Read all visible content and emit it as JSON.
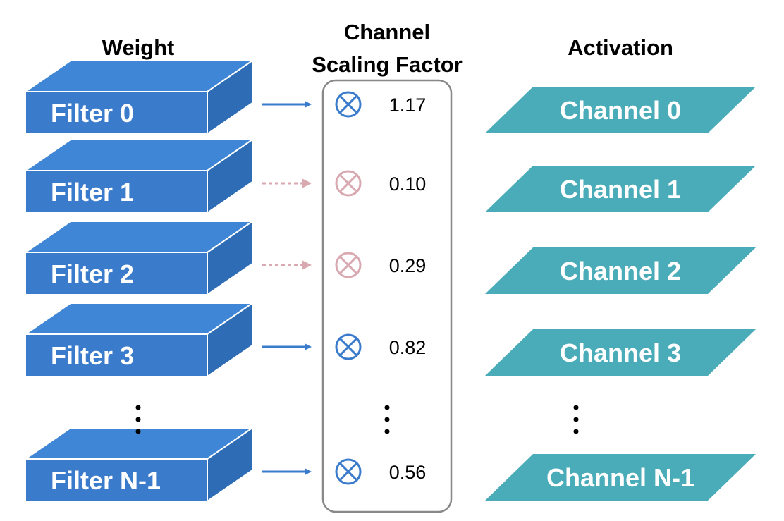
{
  "headers": {
    "weight": "Weight",
    "scaling_line1": "Channel",
    "scaling_line2": "Scaling Factor",
    "activation": "Activation"
  },
  "rows": [
    {
      "filter": "Filter 0",
      "factor": "1.17",
      "active": true,
      "channel": "Channel 0"
    },
    {
      "filter": "Filter 1",
      "factor": "0.10",
      "active": false,
      "channel": "Channel 1"
    },
    {
      "filter": "Filter 2",
      "factor": "0.29",
      "active": false,
      "channel": "Channel 2"
    },
    {
      "filter": "Filter 3",
      "factor": "0.82",
      "active": true,
      "channel": "Channel 3"
    },
    {
      "filter": "Filter N-1",
      "factor": "0.56",
      "active": true,
      "channel": "Channel N-1"
    }
  ],
  "icons": {
    "multiply": "circled-times-icon",
    "arrow_solid": "solid-arrow-icon",
    "arrow_dotted": "dotted-arrow-icon",
    "ellipsis": "vertical-ellipsis-icon"
  },
  "colors": {
    "filter_front": "#3a7ccb",
    "filter_top": "#3f86d6",
    "filter_side": "#2e6db5",
    "channel_fill": "#4aacb8",
    "active": "#3a7ccb",
    "inactive": "#d9a9b2",
    "box_border": "#888888"
  }
}
